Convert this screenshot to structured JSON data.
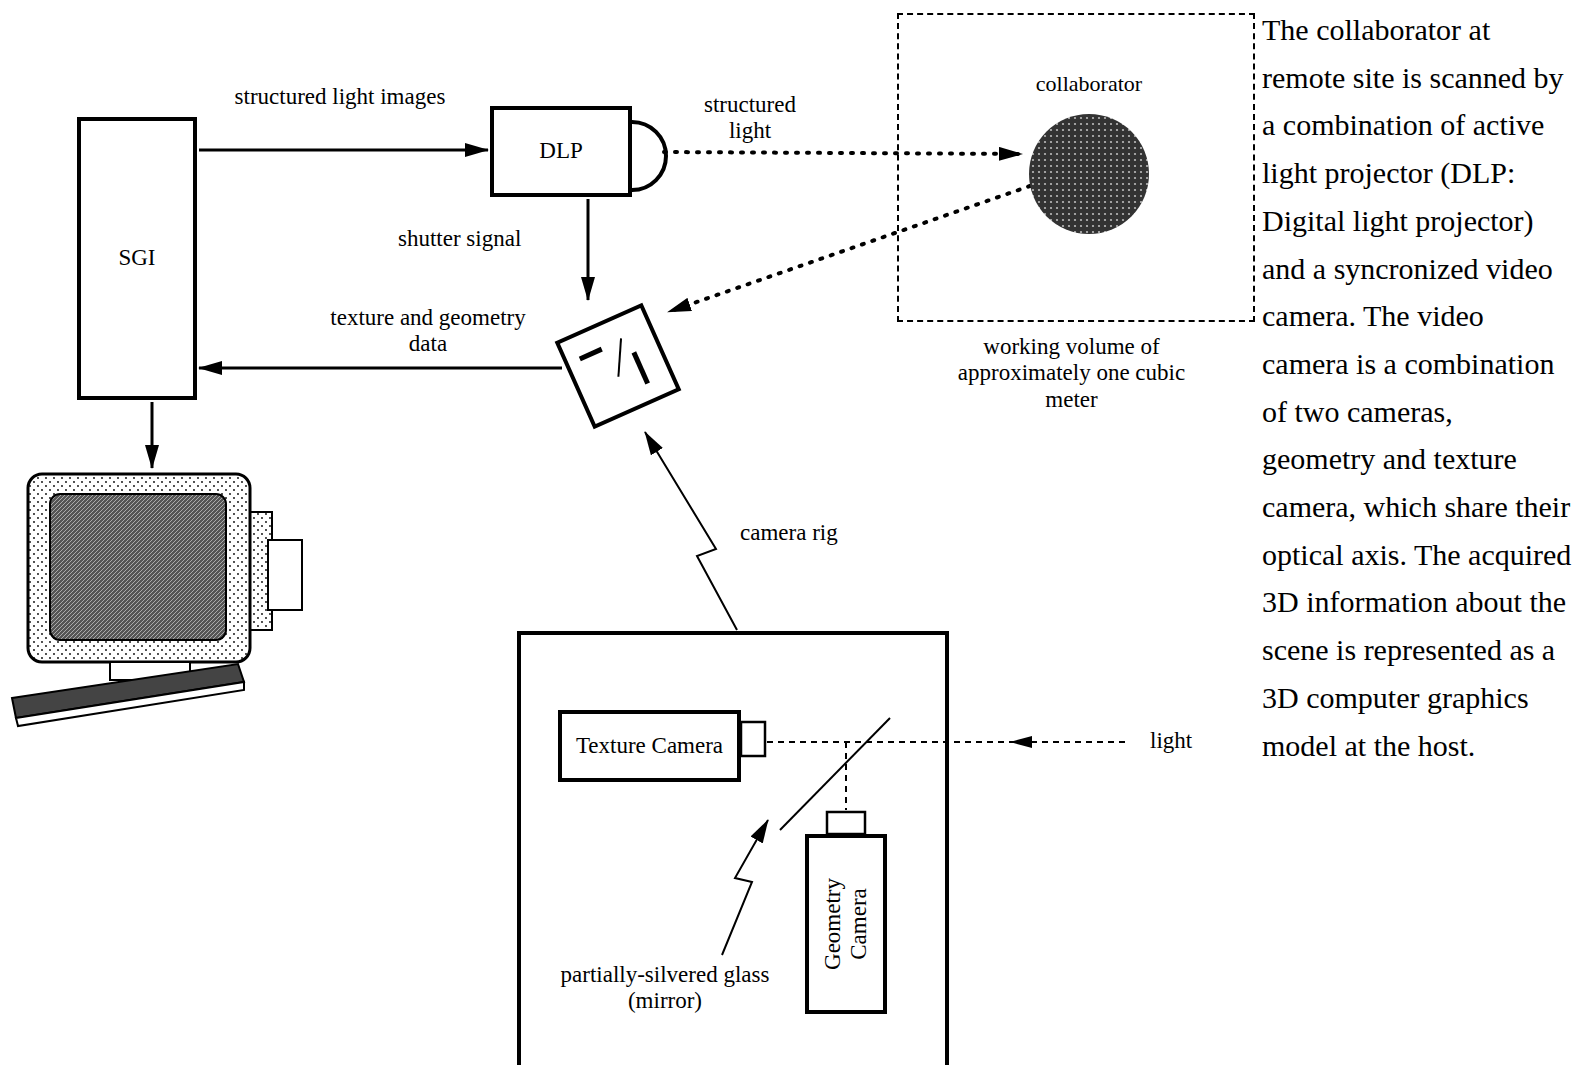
{
  "diagram": {
    "nodes": [
      {
        "text": [
          "SGI"
        ]
      },
      {
        "text": [
          "DLP"
        ]
      },
      {
        "text": [
          "working volume of approximately one cubic meter"
        ]
      },
      {
        "text": [
          "collaborator"
        ],
        "in": 2
      },
      {
        "text": [
          "Texture Camera"
        ]
      },
      {
        "text": [
          "Geometry Camera"
        ]
      }
    ],
    "edges": [
      {
        "from": 0,
        "to": 1,
        "label": "structured light images",
        "arrow": "to"
      },
      {
        "from": 1,
        "to": 3,
        "label": "structured light",
        "arrow": "to"
      }
    ],
    "labels": [
      "shutter signal",
      "texture and geometry data",
      "camera rig",
      "light",
      "partially-silvered glass (mirror)",
      "The collaborator at remote site is scanned by a combination of active light projector (DLP: Digital light projector) and a syncronized video camera. The video camera is a combination of two cameras, geometry and texture camera, which share their optical axis. The acquired 3D information about the scene is represented as a 3D computer graphics model at the host."
    ]
  }
}
